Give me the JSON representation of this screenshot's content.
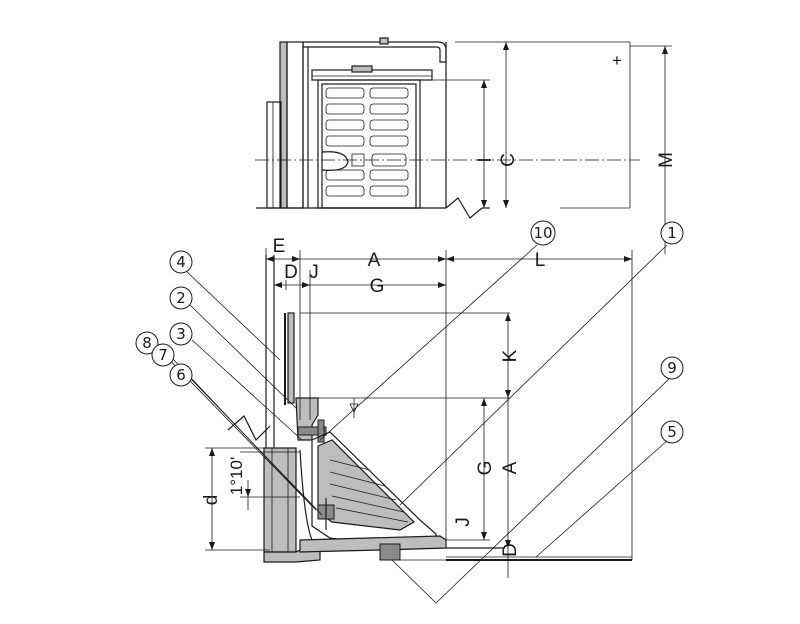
{
  "dimensions": {
    "A_top": "A",
    "A_right": "A",
    "C": "C",
    "D_top": "D",
    "D_right": "D",
    "E": "E",
    "G_top": "G",
    "G_right": "G",
    "I": "I",
    "J_top": "J",
    "J_right": "J",
    "K": "K",
    "L": "L",
    "M": "M",
    "d": "d",
    "angle": "1°10'"
  },
  "callouts": {
    "c1": "1",
    "c2": "2",
    "c3": "3",
    "c4": "4",
    "c5": "5",
    "c6": "6",
    "c7": "7",
    "c8": "8",
    "c9": "9",
    "c10": "10"
  }
}
